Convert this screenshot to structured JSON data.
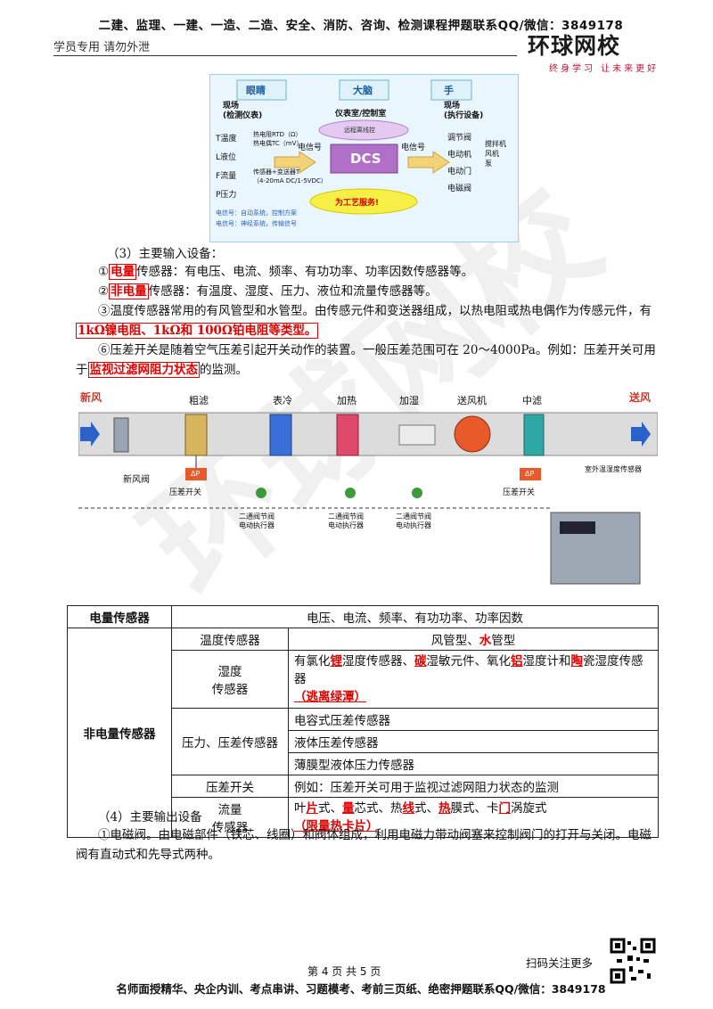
{
  "header": {
    "title_line": "二建、监理、一建、一造、二造、安全、消防、咨询、检测课程押题联系QQ/微信：3849178",
    "left_note": "学员专用 请勿外泄",
    "logo_main": "环球网校",
    "logo_sub": "终身学习 让未来更好"
  },
  "diagram1": {
    "eye": "眼睛",
    "brain": "大脑",
    "hand": "手",
    "field_instruments": "现场\n(检测仪表)",
    "control_room": "仪表室/控制室",
    "field_actuators": "现场\n(执行设备)",
    "inputs": [
      "T温度",
      "L液位",
      "F流量",
      "P压力"
    ],
    "outputs": [
      "调节阀",
      "电动机",
      "电动门",
      "电磁阀"
    ],
    "outputs_side": [
      "搅拌机",
      "风机",
      "泵"
    ],
    "rtd": "热电阻RTD（Ω）",
    "tc": "热电偶TC（mV）",
    "transmitter": "传感器+变送器T",
    "signal_range": "（4-20mA DC/1-5VDC）",
    "signal_in": "电信号",
    "signal_out": "电信号",
    "dcs": "DCS",
    "cloud_top": "远程离线控",
    "cloud_bottom": "为工艺服务!",
    "note1": "电信号：自动系统，控制方案",
    "note2": "电信号：神经系统，传输信号"
  },
  "section3": {
    "heading": "（3）主要输入设备：",
    "item1_prefix": "①",
    "item1_hl": "电量",
    "item1_text": "传感器：有电压、电流、频率、有功功率、功率因数传感器等。",
    "item2_prefix": "②",
    "item2_hl": "非电量",
    "item2_text": "传感器：有温度、湿度、压力、液位和流量传感器等。",
    "item3_text": "③温度传感器常用的有风管型和水管型。由传感元件和变送器组成，以热电阻或热电偶作为传感元件，有",
    "item3_hl": "1kΩ镍电阻、1kΩ和 100Ω铂电阻等类型。",
    "item6_text": "⑥压差开关是随着空气压差引起开关动作的装置。一般压差范围可在 20～4000Pa。例如：压差开关可用于",
    "item6_hl": "监视过滤网阻力状态",
    "item6_end": "的监测。"
  },
  "diagram2": {
    "fresh_air": "新风",
    "supply_air": "送风",
    "coarse_filter": "粗滤",
    "cooling": "表冷",
    "heating": "加热",
    "humidify": "加湿",
    "fan": "送风机",
    "medium_filter": "中滤",
    "damper": "新风阀",
    "dp_switch_1": "压差开关",
    "dp_switch_2": "压差开关",
    "valve_1": "二通阀节阀\n电动执行器",
    "valve_2": "二通阀节阀\n电动执行器",
    "valve_3": "二通阀节阀\n电动执行器",
    "outdoor": "室外温湿度传感器",
    "dp_label_1": "ΔP",
    "dp_label_2": "ΔP"
  },
  "table": {
    "r1c1": "电量传感器",
    "r1c2": "电压、电流、频率、有功功率、功率因数",
    "group": "非电量传感器",
    "temp_name": "温度传感器",
    "temp_desc_a": "风管型、",
    "temp_desc_b": "水",
    "temp_desc_c": "管型",
    "hum_name": "湿度\n传感器",
    "hum_desc_1": "有氯化",
    "hum_k1": "锂",
    "hum_desc_2": "湿度传感器、",
    "hum_k2": "碳",
    "hum_desc_3": "湿敏元件、氧化",
    "hum_k3": "铝",
    "hum_desc_4": "湿度计和",
    "hum_k4": "陶",
    "hum_desc_5": "瓷湿度传感器",
    "hum_mnemonic": "（逃离绿潭）",
    "press_name": "压力、压差传感器",
    "press_1": "电容式压差传感器",
    "press_2": "液体压差传感器",
    "press_3": "薄膜型液体压力传感器",
    "dps_name": "压差开关",
    "dps_desc": "例如：压差开关可用于监视过滤网阻力状态的监测",
    "flow_name": "流量\n传感器",
    "flow_1": "叶",
    "flow_k1": "片",
    "flow_2": "式、",
    "flow_k2": "量",
    "flow_3": "芯式、热",
    "flow_k3": "线",
    "flow_4": "式、",
    "flow_k4": "热",
    "flow_5": "膜式、卡",
    "flow_k5": "门",
    "flow_6": "涡旋式",
    "flow_mnemonic": "（限量热卡片）"
  },
  "section4": {
    "heading": "（4）主要输出设备",
    "text": "①电磁阀。由电磁部件（铁芯、线圈）和阀体组成，利用电磁力带动阀塞来控制阀门的打开与关闭。电磁阀有直动式和先导式两种。"
  },
  "footer": {
    "page": "第 4 页 共 5 页",
    "scan": "扫码关注更多",
    "bottom_line": "名师面授精华、央企内训、考点串讲、习题模考、考前三页纸、绝密押题联系QQ/微信：3849178"
  },
  "colors": {
    "accent_red": "#e10000",
    "diagram_bg": "#eaf6fd"
  }
}
